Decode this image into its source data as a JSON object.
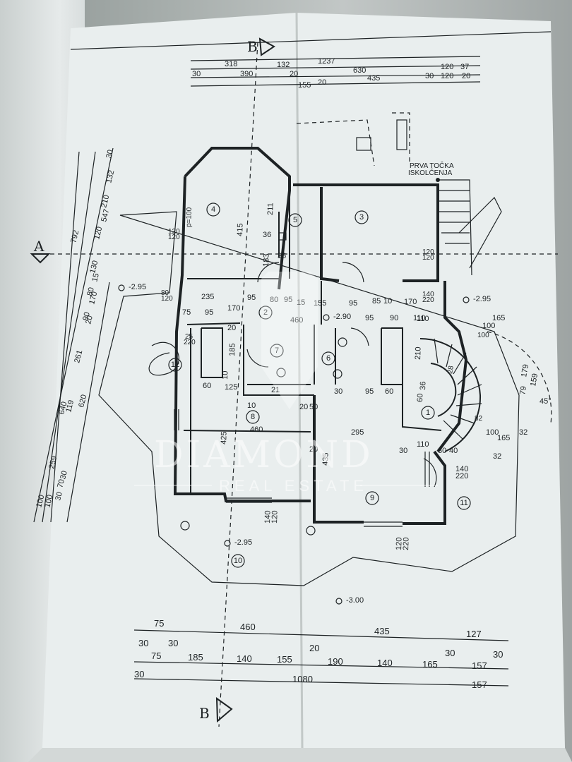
{
  "drawing": {
    "section_marks": {
      "top": "B",
      "bottom": "B",
      "left": "A"
    },
    "note_line1": "PRVA TOČKA",
    "note_line2": "ISKOLČENJA",
    "levels": [
      "-2.95",
      "-2.95",
      "-2.90",
      "-2.95",
      "-3.00"
    ],
    "rooms": [
      "1",
      "2",
      "3",
      "4",
      "5",
      "6",
      "7",
      "8",
      "9",
      "10",
      "11",
      "12"
    ],
    "top_dims": {
      "row1": [
        "318",
        "132",
        "1237"
      ],
      "row2": [
        "630",
        "120",
        "37"
      ],
      "row3": [
        "30",
        "390",
        "20",
        "155",
        "20",
        "435",
        "30",
        "120",
        "20"
      ]
    },
    "left_dims": {
      "col1": [
        "30",
        "132",
        "210",
        "120",
        "130",
        "80",
        "90",
        "261",
        "640",
        "100"
      ],
      "col2": [
        "792",
        "547",
        "15",
        "170",
        "20",
        "119",
        "259",
        "100"
      ],
      "col3": [
        "620",
        "30",
        "70",
        "30"
      ]
    },
    "inner_dims": [
      "415",
      "211",
      "36",
      "183",
      "36",
      "235",
      "95",
      "170",
      "80",
      "95",
      "15",
      "155",
      "95",
      "85",
      "10",
      "170",
      "110",
      "460",
      "95",
      "90",
      "110",
      "165",
      "100",
      "210",
      "185",
      "125",
      "60",
      "10",
      "21",
      "30",
      "95",
      "60",
      "36",
      "60",
      "20",
      "50",
      "10",
      "295",
      "30",
      "110",
      "30",
      "40",
      "460",
      "425",
      "20",
      "435",
      "140",
      "220",
      "140",
      "120",
      "120",
      "220",
      "140",
      "220",
      "120",
      "120",
      "120",
      "120",
      "80",
      "120",
      "75",
      "95",
      "20",
      "25",
      "220",
      "100",
      "82",
      "100",
      "165",
      "32",
      "32",
      "45°",
      "159",
      "79",
      "179",
      "28"
    ],
    "bottom_dims": {
      "row1": [
        "75",
        "460",
        "435",
        "127"
      ],
      "row2": [
        "30",
        "30",
        "20",
        "30",
        "30"
      ],
      "row3": [
        "75",
        "185",
        "140",
        "155",
        "190",
        "140",
        "165",
        "157"
      ],
      "row4": [
        "30",
        "1080",
        "157"
      ]
    },
    "stair_label": "p=100"
  },
  "watermark": {
    "title": "DIAMOND",
    "subtitle": "REAL ESTATE"
  }
}
